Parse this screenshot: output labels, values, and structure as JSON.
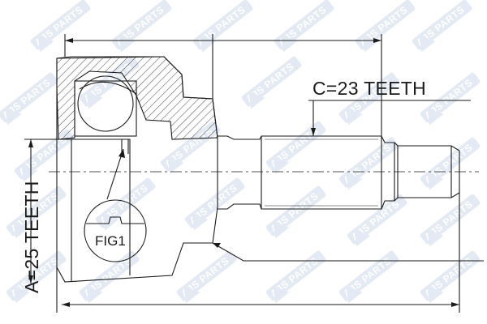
{
  "labels": {
    "spline_c": "C=23 TEETH",
    "spline_a": "A=25 TEETH",
    "figure": "FIG1"
  },
  "watermark": {
    "text": "AJS PARTS",
    "logo_icon": "ajs-logo-icon",
    "color": "#cfd9ea"
  },
  "colors": {
    "line": "#1a1a1a",
    "background": "#ffffff"
  }
}
